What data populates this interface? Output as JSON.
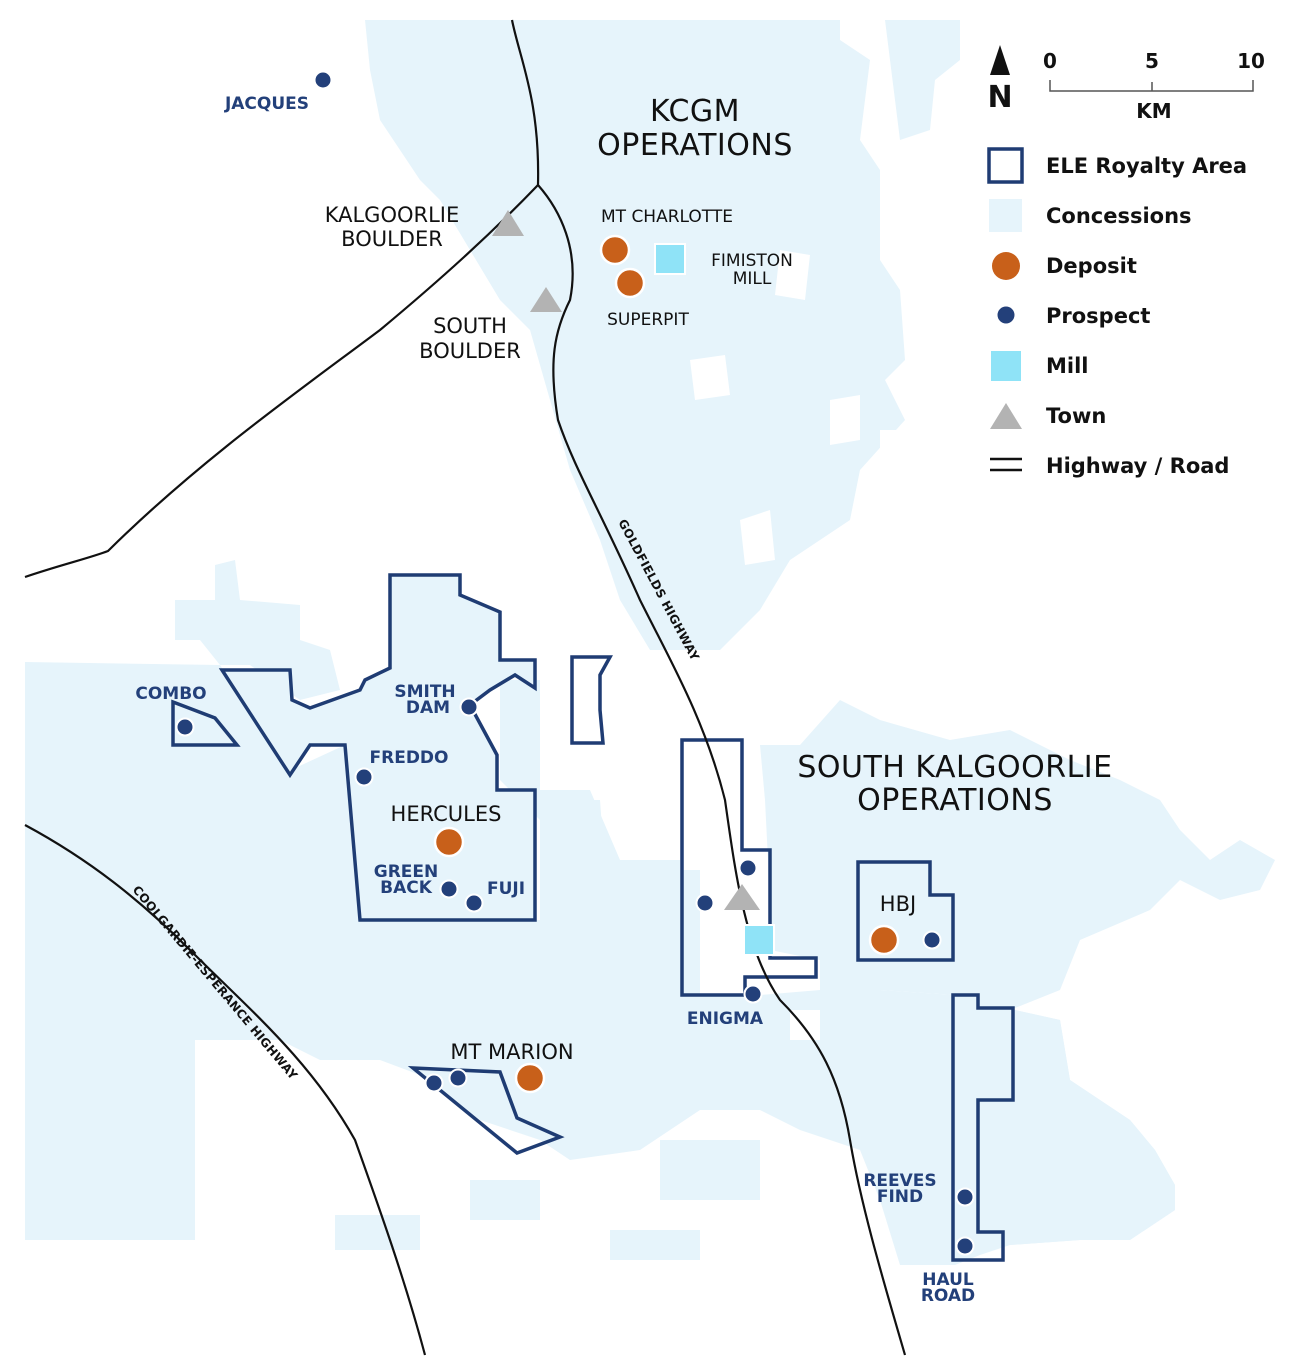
{
  "regions": {
    "kcgm": [
      "KCGM",
      "OPERATIONS"
    ],
    "south_kalgoorlie": [
      "SOUTH KALGOORLIE",
      "OPERATIONS"
    ]
  },
  "towns": {
    "kalgoorlie_boulder": [
      "KALGOORLIE",
      "BOULDER"
    ],
    "south_boulder": [
      "SOUTH",
      "BOULDER"
    ]
  },
  "deposits": {
    "mt_charlotte": "MT CHARLOTTE",
    "superpit": "SUPERPIT",
    "hercules": "HERCULES",
    "mt_marion": "MT MARION",
    "hbj": "HBJ"
  },
  "mills": {
    "fimiston": [
      "FIMISTON",
      "MILL"
    ]
  },
  "prospects": {
    "jacques": "JACQUES",
    "combo": "COMBO",
    "smith_dam": [
      "SMITH",
      "DAM"
    ],
    "freddo": "FREDDO",
    "green_back": [
      "GREEN",
      "BACK"
    ],
    "fuji": "FUJI",
    "enigma": "ENIGMA",
    "reeves_find": [
      "REEVES",
      "FIND"
    ],
    "haul_road": [
      "HAUL",
      "ROAD"
    ]
  },
  "roads": {
    "goldfields": "GOLDFIELDS HIGHWAY",
    "coolgardie": "COOLGARDIE-ESPERANCE HIGHWAY"
  },
  "north_arrow": "N",
  "scale_bar": {
    "ticks": [
      "0",
      "5",
      "10"
    ],
    "unit": "KM"
  },
  "legend": [
    {
      "label": "ELE Royalty Area",
      "icon": "royalty-area-square-icon"
    },
    {
      "label": "Concessions",
      "icon": "concession-square-icon"
    },
    {
      "label": "Deposit",
      "icon": "deposit-circle-icon"
    },
    {
      "label": "Prospect",
      "icon": "prospect-dot-icon"
    },
    {
      "label": "Mill",
      "icon": "mill-square-icon"
    },
    {
      "label": "Town",
      "icon": "town-triangle-icon"
    },
    {
      "label": "Highway / Road",
      "icon": "road-double-line-icon"
    }
  ],
  "colors": {
    "royalty_outline": "#1f3c73",
    "concession": "#e6f4fb",
    "deposit": "#c8601a",
    "prospect": "#23407a",
    "mill": "#8fe3f7",
    "town": "#b3b3b3",
    "road": "#111111"
  }
}
